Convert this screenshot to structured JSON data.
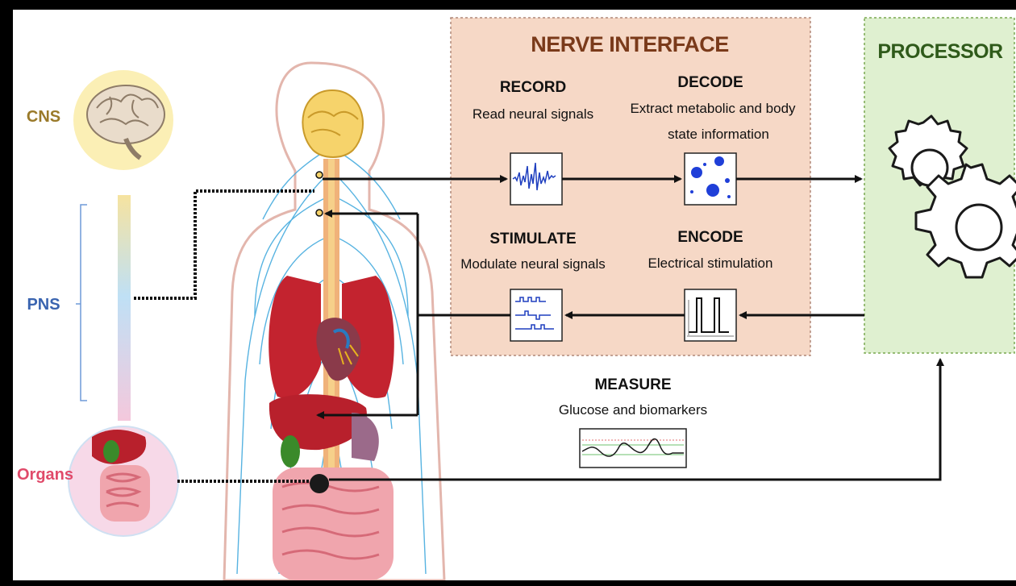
{
  "side_labels": {
    "cns": "CNS",
    "pns": "PNS",
    "organs": "Organs"
  },
  "nerve_interface": {
    "title": "NERVE INTERFACE",
    "record": {
      "title": "RECORD",
      "desc": "Read neural signals"
    },
    "decode": {
      "title": "DECODE",
      "desc_line1": "Extract metabolic and body",
      "desc_line2": "state information"
    },
    "stimulate": {
      "title": "STIMULATE",
      "desc": "Modulate neural signals"
    },
    "encode": {
      "title": "ENCODE",
      "desc": "Electrical stimulation"
    }
  },
  "processor": {
    "title": "PROCESSOR"
  },
  "measure": {
    "title": "MEASURE",
    "desc": "Glucose and biomarkers"
  },
  "colors": {
    "cns_label": "#9a7a2a",
    "pns_label": "#3a64b0",
    "organs_label": "#e04a6a",
    "nerve_title": "#7a3a1a",
    "processor_title": "#2f5a1a",
    "nerve_box_fill": "#f6d8c6",
    "processor_box_fill": "#dff0d0"
  }
}
